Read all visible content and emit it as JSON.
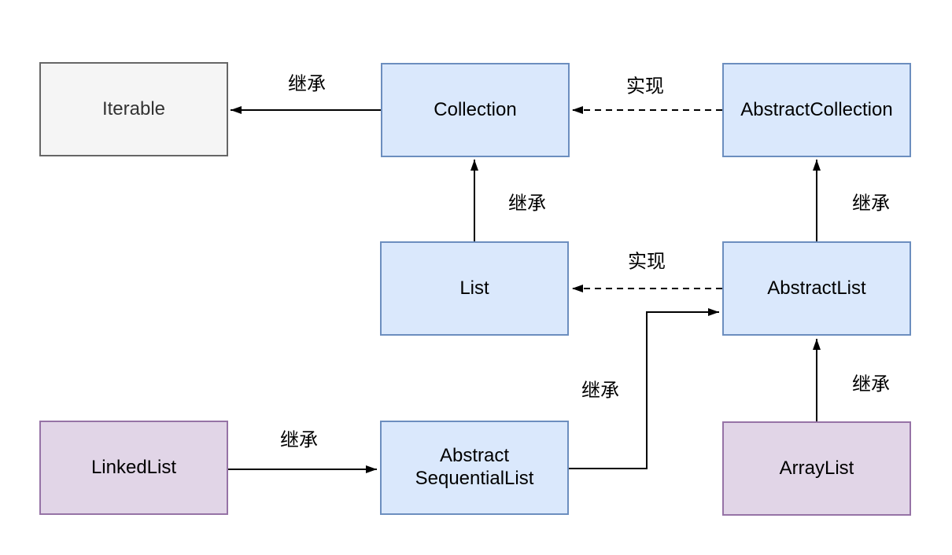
{
  "diagram": {
    "description": "Java collection class inheritance diagram",
    "colors": {
      "interface_fill": "#dae8fc",
      "interface_border": "#6c8ebf",
      "concrete_fill": "#e1d5e7",
      "concrete_border": "#9673a6",
      "root_fill": "#f5f5f5",
      "root_border": "#666666",
      "edge_color": "#000000",
      "background": "#ffffff"
    },
    "nodes": {
      "iterable": {
        "label": "Iterable",
        "style": "gray"
      },
      "collection": {
        "label": "Collection",
        "style": "blue"
      },
      "abstract_collection": {
        "label": "AbstractCollection",
        "style": "blue"
      },
      "list": {
        "label": "List",
        "style": "blue"
      },
      "abstract_list": {
        "label": "AbstractList",
        "style": "blue"
      },
      "linked_list": {
        "label": "LinkedList",
        "style": "purple"
      },
      "abstract_sequential_list": {
        "label_line1": "Abstract",
        "label_line2": "SequentialList",
        "style": "blue"
      },
      "array_list": {
        "label": "ArrayList",
        "style": "purple"
      }
    },
    "edges": {
      "collection_to_iterable": {
        "label": "继承",
        "style": "solid",
        "from": "Collection",
        "to": "Iterable"
      },
      "abstract_collection_to_collection": {
        "label": "实现",
        "style": "dashed",
        "from": "AbstractCollection",
        "to": "Collection"
      },
      "list_to_collection": {
        "label": "继承",
        "style": "solid",
        "from": "List",
        "to": "Collection"
      },
      "abstract_list_to_abstract_collection": {
        "label": "继承",
        "style": "solid",
        "from": "AbstractList",
        "to": "AbstractCollection"
      },
      "abstract_list_to_list": {
        "label": "实现",
        "style": "dashed",
        "from": "AbstractList",
        "to": "List"
      },
      "linked_list_to_abstract_sequential_list": {
        "label": "继承",
        "style": "solid",
        "from": "LinkedList",
        "to": "AbstractSequentialList"
      },
      "abstract_sequential_list_to_abstract_list": {
        "label": "继承",
        "style": "solid",
        "from": "AbstractSequentialList",
        "to": "AbstractList"
      },
      "array_list_to_abstract_list": {
        "label": "继承",
        "style": "solid",
        "from": "ArrayList",
        "to": "AbstractList"
      }
    }
  }
}
